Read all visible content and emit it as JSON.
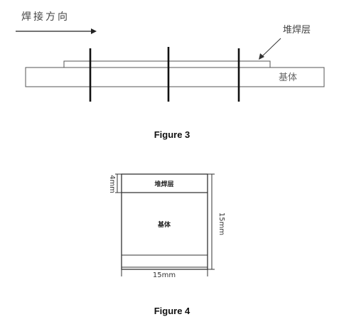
{
  "figure3": {
    "direction_label": "焊接方向",
    "overlay_label": "堆焊层",
    "base_label": "基体",
    "caption": "Figure 3"
  },
  "figure4": {
    "overlay_label": "堆焊层",
    "base_label": "基体",
    "thickness_label": "4mm",
    "height_label": "15mm",
    "width_label": "15mm",
    "caption": "Figure 4"
  }
}
